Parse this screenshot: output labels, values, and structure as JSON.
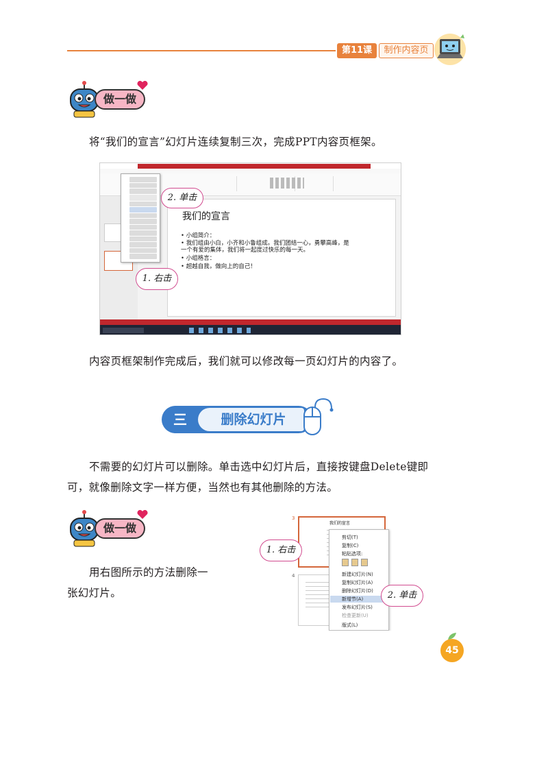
{
  "header": {
    "lesson": "第11课",
    "title": "制作内容页"
  },
  "activity_badge": "做一做",
  "paragraphs": {
    "p1": "将“我们的宣言”幻灯片连续复制三次，完成PPT内容页框架。",
    "p2": "内容页框架制作完成后，我们就可以修改每一页幻灯片的内容了。",
    "p3_line1": "不需要的幻灯片可以删除。单击选中幻灯片后，直接按键盘Delete键即",
    "p3_line2": "可，就像删除文字一样方便，当然也有其他删除的方法。",
    "p4_line1": "用右图所示的方法删除一",
    "p4_line2": "张幻灯片。"
  },
  "section": {
    "number": "三",
    "title": "删除幻灯片"
  },
  "screenshot1": {
    "slide_title": "我们的宣言",
    "lines": [
      "• 小组简介：",
      "•    我们组由小白，小齐和小鲁组成。我们团结一心，勇攀高峰，是",
      "     一个有爱的集体，我们将一起度过快乐的每一天。",
      "• 小组格言：",
      "•    超越自我，做向上的自己！"
    ],
    "callout_click": "2. 单击",
    "callout_right": "1. 右击"
  },
  "screenshot2": {
    "slide_num_3": "3",
    "slide_num_4": "4",
    "slide_title": "我们的宣言",
    "menu_items": [
      "剪切(T)",
      "复制(C)",
      "粘贴选项:",
      "新建幻灯片(N)",
      "复制幻灯片(A)",
      "删除幻灯片(D)",
      "新增节(A)",
      "发布幻灯片(S)",
      "检查更新(U)",
      "版式(L)"
    ],
    "callout_right": "1. 右击",
    "callout_click": "2. 单击"
  },
  "page_number": "45"
}
